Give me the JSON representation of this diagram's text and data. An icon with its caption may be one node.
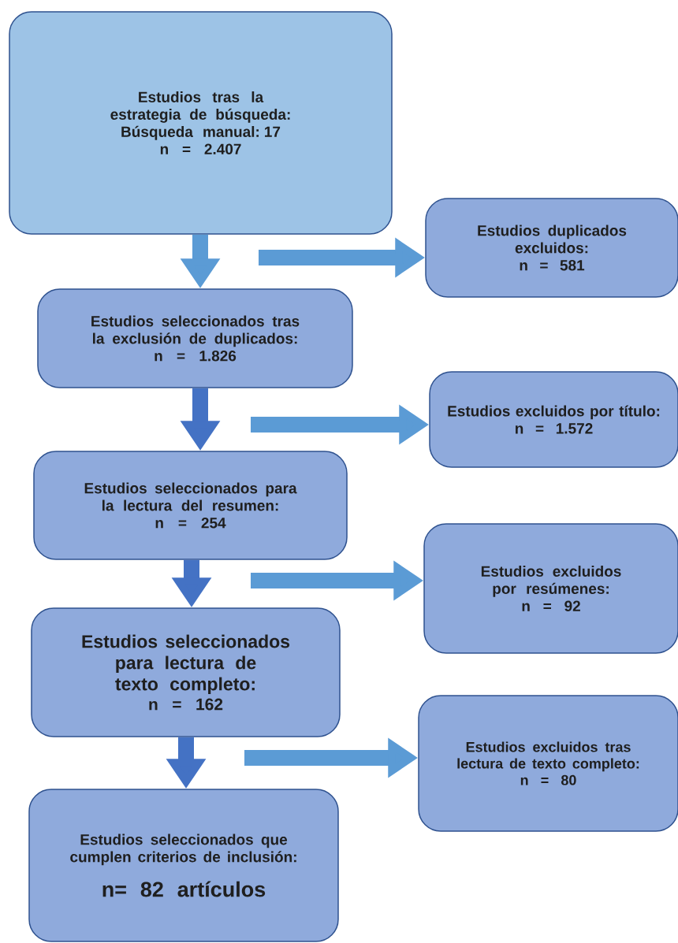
{
  "diagram": {
    "nodes": [
      {
        "text": [
          "Estudios tras la estrategia de búsqueda:",
          "Búsqueda manual: 17",
          "n = 2.407"
        ]
      },
      {
        "text": [
          "Estudios duplicados excluidos:",
          "n = 581"
        ]
      },
      {
        "text": [
          "Estudios seleccionados tras la exclusión de duplicados:",
          "n = 1.826"
        ]
      },
      {
        "text": [
          "Estudios excluidos por título:",
          "n = 1.572"
        ]
      },
      {
        "text": [
          "Estudios seleccionados para la lectura del resumen:",
          "n = 254"
        ]
      },
      {
        "text": [
          "Estudios excluidos por resúmenes:",
          "n = 92"
        ]
      },
      {
        "text": [
          "Estudios seleccionados para lectura de texto completo:",
          "n = 162"
        ]
      },
      {
        "text": [
          "Estudios excluidos tras lectura de texto completo:",
          "n = 80"
        ]
      },
      {
        "text": [
          "Estudios seleccionados que cumplen criterios de inclusión:",
          "n= 82 artículos"
        ]
      }
    ],
    "edges": [
      {
        "from": 0,
        "to": 2,
        "arrow": "to"
      },
      {
        "from": null,
        "to": 1,
        "arrow": "to"
      },
      {
        "from": 2,
        "to": 4,
        "arrow": "to",
        "color": "#4472c4"
      },
      {
        "from": null,
        "to": 3,
        "arrow": "to"
      },
      {
        "from": 4,
        "to": 6,
        "arrow": "to",
        "color": "#4472c4"
      },
      {
        "from": null,
        "to": 5,
        "arrow": "to"
      },
      {
        "from": 6,
        "to": 8,
        "arrow": "to",
        "color": "#4472c4"
      },
      {
        "from": null,
        "to": 7,
        "arrow": "to"
      }
    ]
  }
}
